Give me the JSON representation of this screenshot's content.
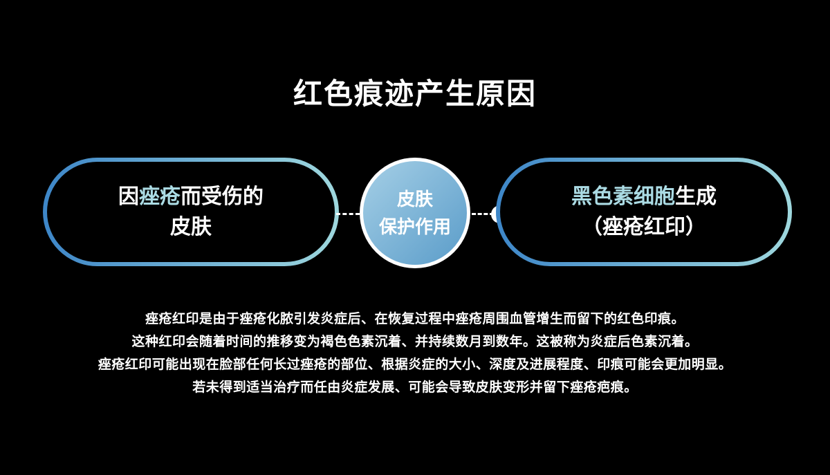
{
  "title": "红色痕迹产生原因",
  "flow": {
    "left_pill": {
      "prefix": "因",
      "highlight": "痤疮",
      "suffix": "而受伤的",
      "line2": "皮肤"
    },
    "circle": {
      "line1": "皮肤",
      "line2": "保护作用"
    },
    "right_pill": {
      "highlight": "黑色素细胞",
      "suffix": "生成",
      "line2": "（痤疮红印）"
    }
  },
  "description": {
    "lines": [
      "痤疮红印是由于痤疮化脓引发炎症后、在恢复过程中痤疮周围血管增生而留下的红色印痕。",
      "这种红印会随着时间的推移变为褐色色素沉着、并持续数月到数年。这被称为炎症后色素沉着。",
      "痤疮红印可能出现在脸部任何长过痤疮的部位、根据炎症的大小、深度及进展程度、印痕可能会更加明显。",
      "若未得到适当治疗而任由炎症发展、可能会导致皮肤变形并留下痤疮疤痕。"
    ]
  },
  "colors": {
    "background": "#000000",
    "text": "#ffffff",
    "highlight": "#abdbe4",
    "pill-border-start": "#3d86c8",
    "pill-border-end": "#9fd8de",
    "circle-fill-start": "#a5cfe6",
    "circle-fill-end": "#5a9cc9",
    "dot-inner": "#7fd0dc"
  }
}
